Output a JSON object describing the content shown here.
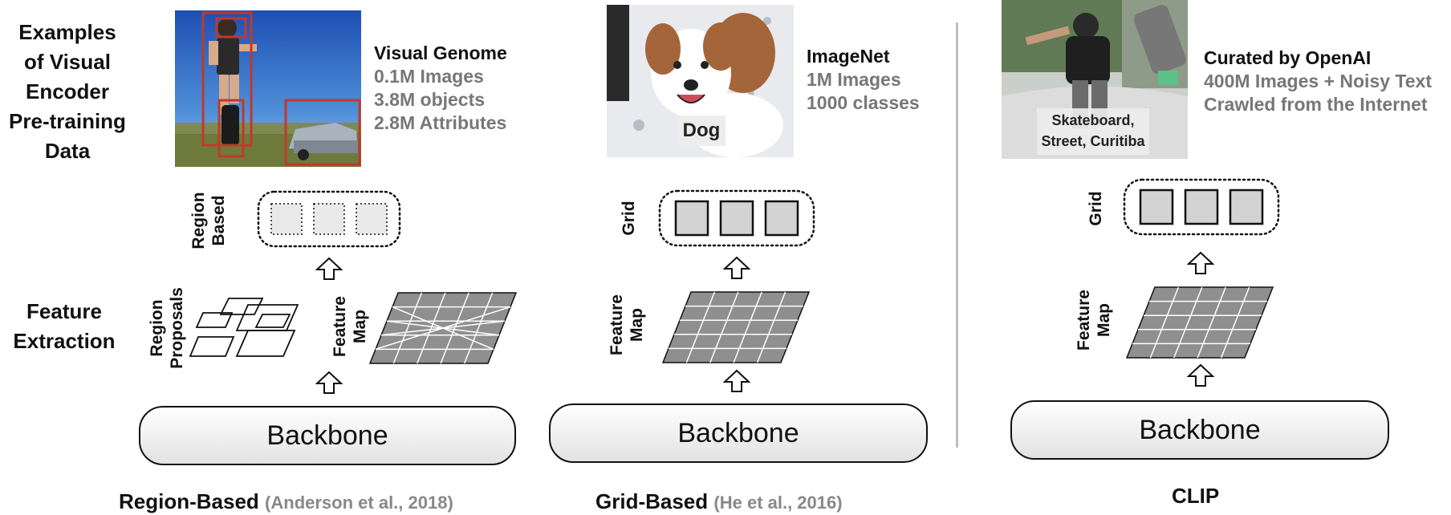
{
  "row_labels": {
    "examples": [
      "Examples",
      "of Visual",
      "Encoder",
      "Pre-training",
      "Data"
    ],
    "feature": [
      "Feature",
      "Extraction"
    ]
  },
  "region": {
    "dataset_title": "Visual Genome",
    "dataset_lines": [
      "0.1M Images",
      "3.8M objects",
      "2.8M Attributes"
    ],
    "pooled_label": [
      "Region",
      "Based"
    ],
    "proposals_label": [
      "Region",
      "Proposals"
    ],
    "feature_map_label": [
      "Feature",
      "Map"
    ],
    "backbone": "Backbone",
    "caption": "Region-Based",
    "citation": "(Anderson et al., 2018)"
  },
  "grid": {
    "dataset_title": "ImageNet",
    "dataset_lines": [
      "1M Images",
      "1000 classes"
    ],
    "image_label": "Dog",
    "pooled_label": "Grid",
    "feature_map_label": [
      "Feature",
      "Map"
    ],
    "backbone": "Backbone",
    "caption": "Grid-Based",
    "citation": "(He et al., 2016)"
  },
  "clip": {
    "dataset_title": "Curated by OpenAI",
    "dataset_lines": [
      "400M Images + Noisy Text",
      "Crawled from the Internet"
    ],
    "image_label": [
      "Skateboard,",
      "Street, Curitiba"
    ],
    "pooled_label": "Grid",
    "feature_map_label": [
      "Feature",
      "Map"
    ],
    "backbone": "Backbone",
    "caption": "CLIP"
  },
  "colors": {
    "feature_map_fill": "#8f8f8f",
    "feature_cell_fill": "#d3d3d3",
    "bbox_red": "#c0392b",
    "divider": "#bfbfbf",
    "muted_text": "#777777"
  }
}
